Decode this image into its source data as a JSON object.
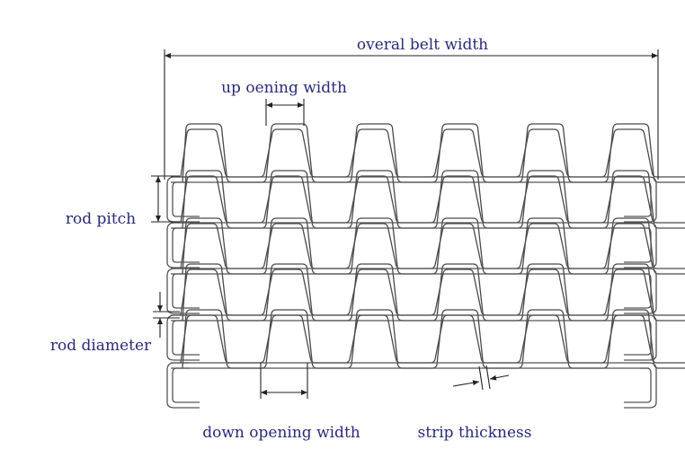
{
  "labels": {
    "overall_width": "overal belt width",
    "up_opening": "up oening width",
    "rod_pitch": "rod pitch",
    "rod_diameter": "rod diameter",
    "down_opening": "down opening width",
    "strip_thickness": "strip thickness"
  },
  "colors": {
    "label_text": "#2a2a7a",
    "line": "#4a4a4a",
    "background": "#ffffff"
  }
}
